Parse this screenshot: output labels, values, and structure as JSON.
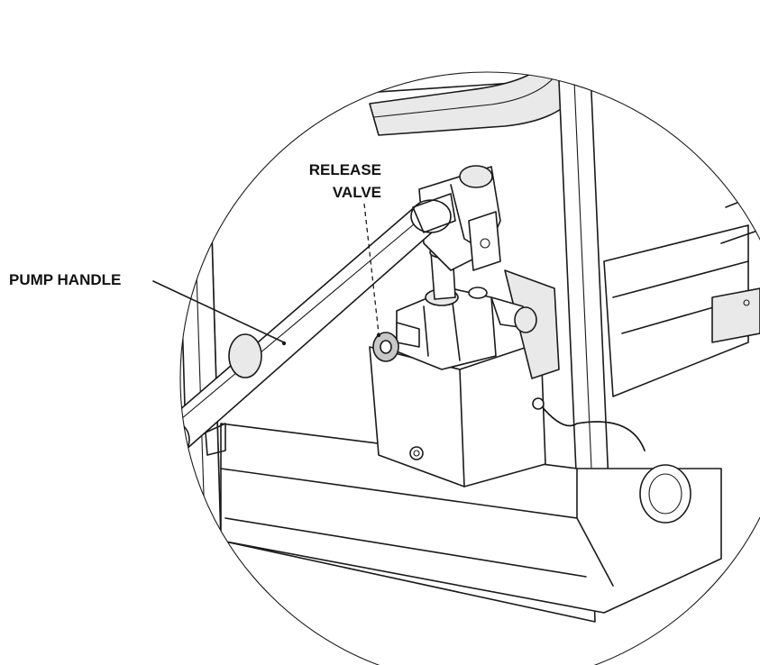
{
  "callouts": {
    "pump_handle": "PUMP HANDLE",
    "release_valve_line1": "RELEASE",
    "release_valve_line2": "VALVE"
  },
  "colors": {
    "line": "#1a1a1a",
    "background": "#ffffff",
    "shade": "#e9e9e9"
  }
}
